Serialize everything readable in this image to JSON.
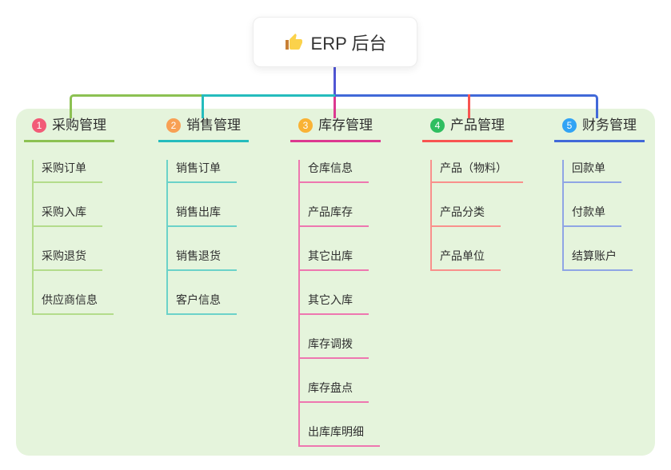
{
  "theme": {
    "canvas_bg": "#FFFFFF",
    "panel_bg": "#E5F4DC",
    "text_color": "#2F2F2F",
    "root_stem_color": "#5056D4"
  },
  "root": {
    "icon": "thumbs-up-icon",
    "label": "ERP 后台"
  },
  "branches": [
    {
      "id": "purchase",
      "num": "1",
      "label": "采购管理",
      "badge_color": "#F25B77",
      "line_color": "#8CC152",
      "child_line_color": "#B3DC8B",
      "children": [
        "采购订单",
        "采购入库",
        "采购退货",
        "供应商信息"
      ]
    },
    {
      "id": "sales",
      "num": "2",
      "label": "销售管理",
      "badge_color": "#F8A054",
      "line_color": "#25BCBD",
      "child_line_color": "#6BD2C9",
      "children": [
        "销售订单",
        "销售出库",
        "销售退货",
        "客户信息"
      ]
    },
    {
      "id": "inventory",
      "num": "3",
      "label": "库存管理",
      "badge_color": "#F9B234",
      "line_color": "#DC3890",
      "child_line_color": "#EE77B0",
      "children": [
        "仓库信息",
        "产品库存",
        "其它出库",
        "其它入库",
        "库存调拨",
        "库存盘点",
        "出库库明细"
      ]
    },
    {
      "id": "product",
      "num": "4",
      "label": "产品管理",
      "badge_color": "#2FBE60",
      "line_color": "#F85451",
      "child_line_color": "#F9908C",
      "children": [
        "产品（物料）",
        "产品分类",
        "产品单位"
      ]
    },
    {
      "id": "finance",
      "num": "5",
      "label": "财务管理",
      "badge_color": "#31A3F5",
      "line_color": "#4169D8",
      "child_line_color": "#8FA5E5",
      "children": [
        "回款单",
        "付款单",
        "结算账户"
      ]
    }
  ]
}
